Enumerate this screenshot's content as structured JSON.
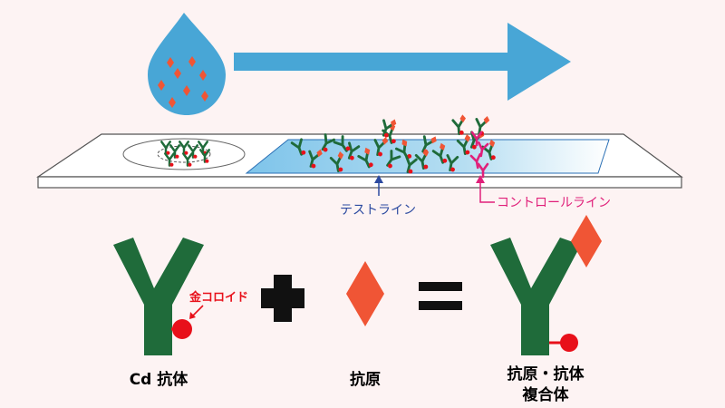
{
  "colors": {
    "background": "#fdf3f3",
    "droplet": "#48a6d6",
    "flow_arrow": "#48a6d6",
    "antibody": "#1f6b3a",
    "gold_colloid": "#e8101a",
    "antigen": "#f05535",
    "test_line_pointer": "#2c4aa0",
    "control_line": "#e0207a"
  },
  "labels": {
    "test_line": "テストライン",
    "control_line": "コントロールライン",
    "gold_colloid": "金コロイド",
    "cd_antibody": "Cd 抗体",
    "antigen": "抗原",
    "complex_line1": "抗原・抗体",
    "complex_line2": "複合体"
  },
  "icons": {
    "droplet": "water-drop-icon",
    "arrow": "flow-arrow-icon",
    "plus": "plus-icon",
    "equals": "equals-icon"
  }
}
